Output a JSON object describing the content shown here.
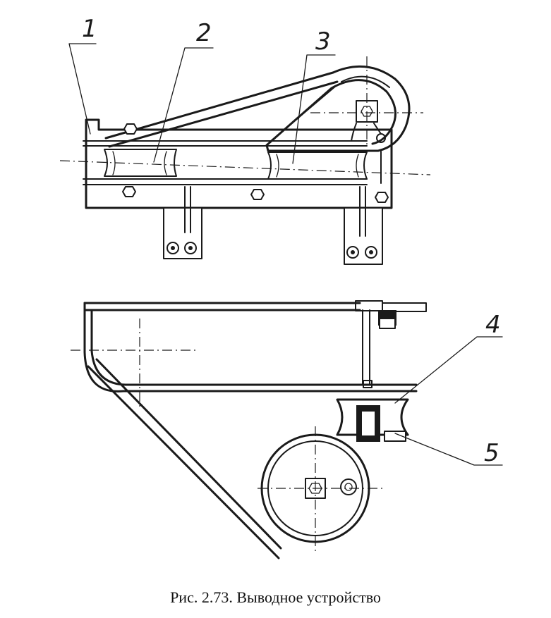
{
  "figure": {
    "caption": "Рис. 2.73.  Выводное устройство"
  },
  "callouts": [
    {
      "label": "1"
    },
    {
      "label": "2"
    },
    {
      "label": "3"
    },
    {
      "label": "4"
    },
    {
      "label": "5"
    }
  ]
}
